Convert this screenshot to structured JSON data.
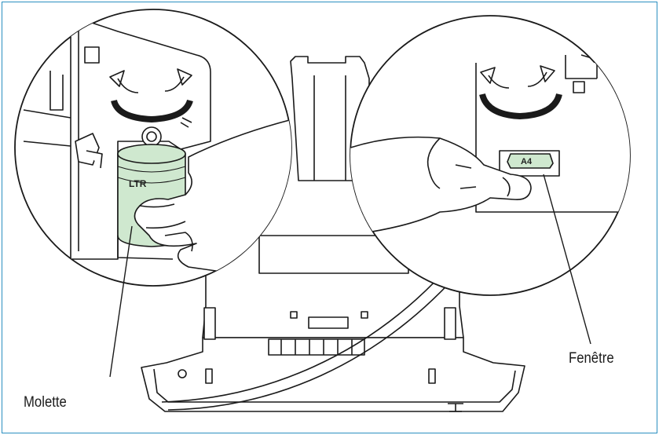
{
  "labels": {
    "wheel": "Molette",
    "window": "Fenêtre"
  },
  "markings": {
    "dial_size": "LTR",
    "window_size": "A4"
  },
  "colors": {
    "frame_border": "#2a8fc0",
    "dial_fill": "#cfe8cf",
    "window_fill": "#cfe8cf",
    "line": "#1a1a1a"
  },
  "icons": {
    "rotate_left": "rotate-left-arrow-icon",
    "rotate_right": "rotate-right-arrow-icon"
  }
}
